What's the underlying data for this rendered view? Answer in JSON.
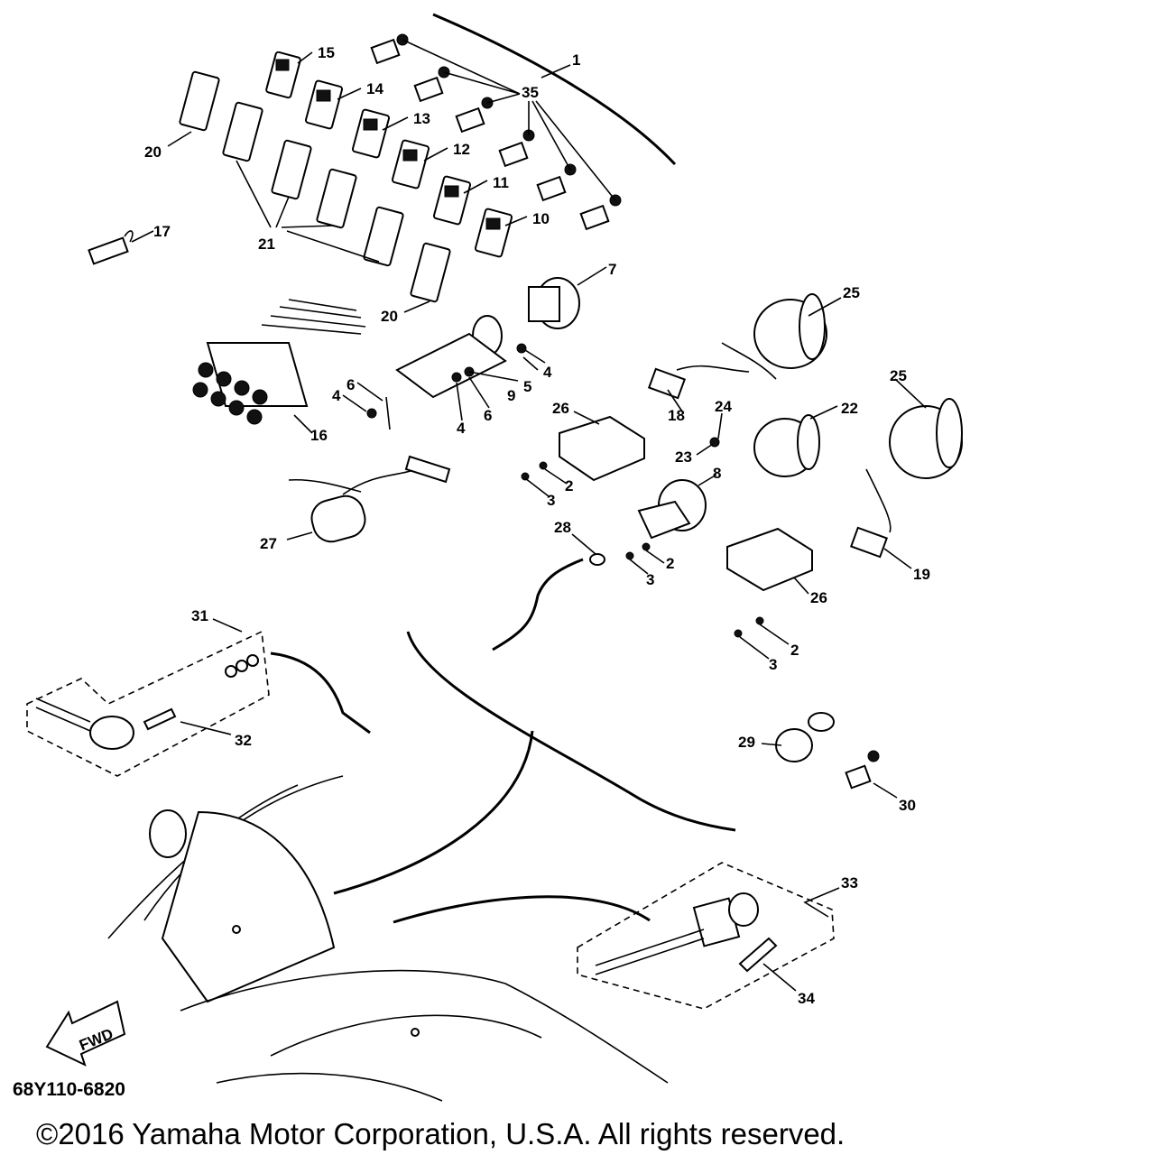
{
  "diagram": {
    "part_code": "68Y110-6820",
    "copyright": "©2016 Yamaha Motor Corporation, U.S.A. All rights reserved.",
    "fwd_label": "FWD",
    "callouts": {
      "c1": "1",
      "c2a": "2",
      "c2b": "2",
      "c2c": "2",
      "c3a": "3",
      "c3b": "3",
      "c3c": "3",
      "c4a": "4",
      "c4b": "4",
      "c4c": "4",
      "c5": "5",
      "c6a": "6",
      "c6b": "6",
      "c7": "7",
      "c8": "8",
      "c9": "9",
      "c10": "10",
      "c11": "11",
      "c12": "12",
      "c13": "13",
      "c14": "14",
      "c15": "15",
      "c16": "16",
      "c17": "17",
      "c18": "18",
      "c19": "19",
      "c20a": "20",
      "c20b": "20",
      "c21": "21",
      "c22": "22",
      "c23": "23",
      "c24": "24",
      "c25a": "25",
      "c25b": "25",
      "c26a": "26",
      "c26b": "26",
      "c27": "27",
      "c28": "28",
      "c29": "29",
      "c30": "30",
      "c31": "31",
      "c32": "32",
      "c33": "33",
      "c34": "34",
      "c35": "35"
    }
  }
}
